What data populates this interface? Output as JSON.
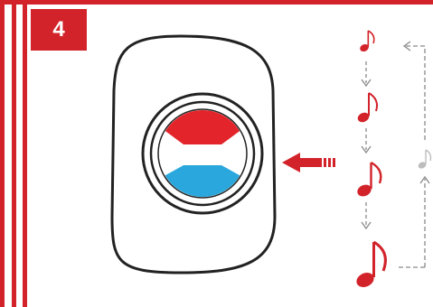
{
  "step": {
    "number": "4"
  },
  "colors": {
    "accent": "#d2232a",
    "indicator_top": "#e3252b",
    "indicator_bottom": "#2aa7dd",
    "outline": "#222222",
    "dashed_arrow": "#8a8a8a",
    "faded_note": "#bdbdbd"
  },
  "diagram": {
    "device": "doorbell-button",
    "indicator": [
      "red-half",
      "blue-half"
    ],
    "press_arrow": "arrow-pointing-left",
    "melody_notes": [
      "small",
      "medium",
      "large",
      "largest"
    ],
    "loop_note": "faded"
  }
}
